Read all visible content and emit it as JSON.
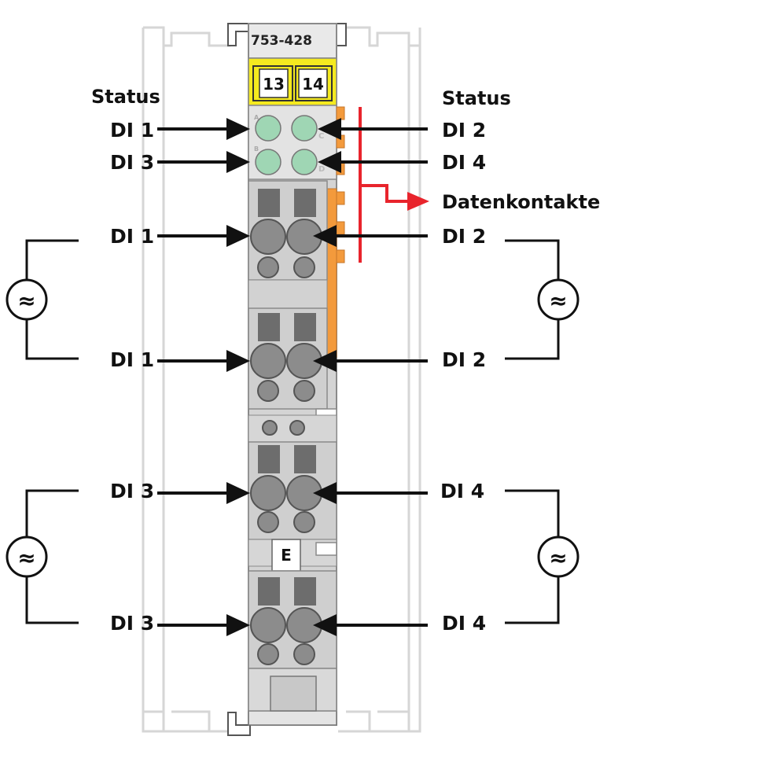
{
  "module": {
    "model": "753-428",
    "channel_numbers": [
      "13",
      "14"
    ],
    "marker": "E"
  },
  "status_labels": {
    "left": "Status",
    "right": "Status"
  },
  "led_labels": {
    "left": [
      "DI 1",
      "DI 3"
    ],
    "right": [
      "DI 2",
      "DI 4"
    ],
    "small_letters": [
      "A",
      "B",
      "C",
      "D"
    ]
  },
  "data_contacts_label": "Datenkontakte",
  "terminal_labels": {
    "left": [
      "DI 1",
      "DI 1",
      "DI 3",
      "DI 3"
    ],
    "right": [
      "DI 2",
      "DI 2",
      "DI 4",
      "DI 4"
    ]
  },
  "source_symbol": "≈",
  "colors": {
    "housing": "#d4d4d4",
    "housing_stroke": "#8a8a8a",
    "label_yellow": "#f5ea1f",
    "led_green": "#9fd6b4",
    "orange_contact": "#f39a3c",
    "red_arrow": "#e8242c",
    "arrow_black": "#111111",
    "rail_outline": "#cfcfcf",
    "terminal_grey": "#8c8c8c"
  }
}
